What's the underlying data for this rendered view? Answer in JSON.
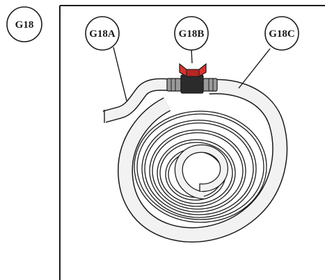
{
  "figure": {
    "id_label": "G18",
    "callouts": [
      {
        "label": "G18A"
      },
      {
        "label": "G18B"
      },
      {
        "label": "G18C"
      }
    ],
    "colors": {
      "line": "#1a1a1a",
      "tube_fill": "#f2f2f2",
      "valve_red": "#d9332f",
      "valve_body": "#2b2b2b",
      "fitting_gray": "#9a9a9a"
    }
  }
}
